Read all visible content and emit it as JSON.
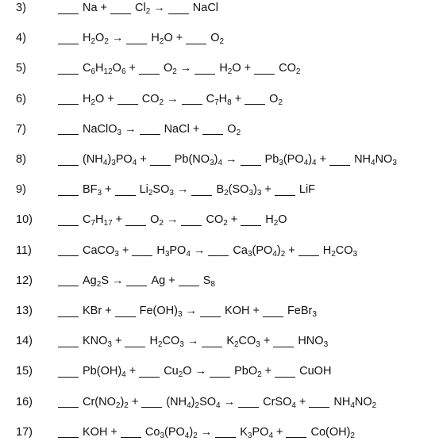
{
  "equations": [
    {
      "num": "3)",
      "terms": [
        [
          "_",
          "Na",
          "+"
        ],
        [
          "_",
          "Cl|2|",
          "→"
        ],
        [
          "_",
          "NaCl",
          ""
        ]
      ]
    },
    {
      "num": "4)",
      "terms": [
        [
          "_",
          "H|2|O|2|",
          "→"
        ],
        [
          "_",
          "H|2|O",
          "+"
        ],
        [
          "_",
          "O|2|",
          ""
        ]
      ]
    },
    {
      "num": "5)",
      "terms": [
        [
          "_",
          "C|6|H|12|O|6|",
          "+"
        ],
        [
          "_",
          "O|2|",
          "→"
        ],
        [
          "_",
          "H|2|O",
          "+"
        ],
        [
          "_",
          "CO|2|",
          ""
        ]
      ]
    },
    {
      "num": "6)",
      "terms": [
        [
          "_",
          "H|2|O",
          "+"
        ],
        [
          "_",
          "CO|2|",
          "→"
        ],
        [
          "_",
          "C|7|H|8|",
          "+"
        ],
        [
          "_",
          "O|2|",
          ""
        ]
      ]
    },
    {
      "num": "7)",
      "terms": [
        [
          "_",
          "NaClO|3|",
          "→"
        ],
        [
          "_",
          "NaCl",
          "+"
        ],
        [
          "_",
          "O|2|",
          ""
        ]
      ]
    },
    {
      "num": "8)",
      "terms": [
        [
          "_",
          "(NH|4|)|3|PO|4|",
          "+"
        ],
        [
          "_",
          "Pb(NO|3|)|4|",
          "→"
        ],
        [
          "_",
          "Pb|3|(PO|4|)|4|",
          "+"
        ],
        [
          "_",
          "NH|4|NO|3|",
          ""
        ]
      ]
    },
    {
      "num": "9)",
      "terms": [
        [
          "_",
          "BF|3|",
          "+"
        ],
        [
          "_",
          "Li|2|SO|3|",
          "→"
        ],
        [
          "_",
          "B|2|(SO|3|)|3|",
          "+"
        ],
        [
          "_",
          "LiF",
          ""
        ]
      ]
    },
    {
      "num": "10)",
      "terms": [
        [
          "_",
          "C|7|H|17|",
          "+"
        ],
        [
          "_",
          "O|2|",
          "→"
        ],
        [
          "_",
          "CO|2|",
          "+"
        ],
        [
          "_",
          "H|2|O",
          ""
        ]
      ]
    },
    {
      "num": "11)",
      "terms": [
        [
          "_",
          "CaCO|3|",
          "+"
        ],
        [
          "_",
          "H|3|PO|4|",
          "→"
        ],
        [
          "_",
          "Ca|3|(PO|4|)|2|",
          "+"
        ],
        [
          "_",
          "H|2|CO|3|",
          ""
        ]
      ]
    },
    {
      "num": "12)",
      "terms": [
        [
          "_",
          "Ag|2|S",
          "→"
        ],
        [
          "_",
          "Ag",
          "+"
        ],
        [
          "_",
          "S|8|",
          ""
        ]
      ]
    },
    {
      "num": "13)",
      "terms": [
        [
          "_",
          "KBr",
          "+"
        ],
        [
          "_",
          "Fe(OH)|3|",
          "→"
        ],
        [
          "_",
          "KOH",
          "+"
        ],
        [
          "_",
          "FeBr|3|",
          ""
        ]
      ]
    },
    {
      "num": "14)",
      "terms": [
        [
          "_",
          "KNO|3|",
          "+"
        ],
        [
          "_",
          "H|2|CO|3|",
          "→"
        ],
        [
          "_",
          "K|2|CO|3|",
          "+"
        ],
        [
          "_",
          "HNO|3|",
          ""
        ]
      ]
    },
    {
      "num": "15)",
      "terms": [
        [
          "_",
          "Pb(OH)|4|",
          "+"
        ],
        [
          "_",
          "Cu|2|O",
          "→"
        ],
        [
          "_",
          "PbO|2|",
          "+"
        ],
        [
          "_",
          "CuOH",
          ""
        ]
      ]
    },
    {
      "num": "16)",
      "terms": [
        [
          "_",
          "Cr(NO|2|)|2|",
          "+"
        ],
        [
          "_",
          "(NH|4|)|2|SO|4|",
          "→"
        ],
        [
          "_",
          "CrSO|4|",
          "+"
        ],
        [
          "_",
          "NH|4|NO|2|",
          ""
        ]
      ]
    },
    {
      "num": "17)",
      "terms": [
        [
          "_",
          "KOH",
          "+"
        ],
        [
          "_",
          "Co|3|(PO|4|)|2|",
          "→"
        ],
        [
          "_",
          "K|3|PO|4|",
          "+"
        ],
        [
          "_",
          "Co(OH)|2|",
          ""
        ]
      ]
    }
  ]
}
